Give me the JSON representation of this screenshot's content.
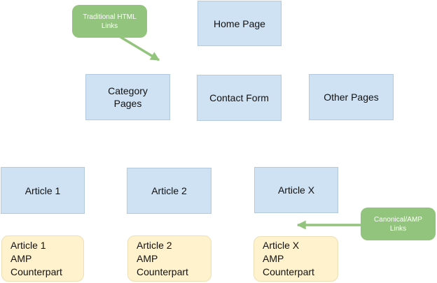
{
  "diagram": {
    "nodes": {
      "home": {
        "label": "Home Page"
      },
      "category": {
        "label": "Category\nPages"
      },
      "contact": {
        "label": "Contact Form"
      },
      "other": {
        "label": "Other Pages"
      },
      "article1": {
        "label": "Article 1"
      },
      "article2": {
        "label": "Article 2"
      },
      "articlex": {
        "label": "Article X"
      }
    },
    "amp_nodes": {
      "article1": {
        "label": "Article 1\nAMP\nCounterpart"
      },
      "article2": {
        "label": "Article 2\nAMP\nCounterpart"
      },
      "articlex": {
        "label": "Article X\nAMP\nCounterpart"
      }
    },
    "callouts": {
      "traditional": {
        "label": "Traditional HTML\nLinks"
      },
      "canonical": {
        "label": "Canonical/AMP\nLinks"
      }
    }
  },
  "colors": {
    "background": "#ffffff",
    "node_fill": "#cfe2f3",
    "node_border": "#b3cade",
    "amp_fill": "#fff2cc",
    "amp_border": "#eadfb6",
    "callout_fill": "#93c47d",
    "callout_text": "#ffffff",
    "arrow": "#93c47d",
    "node_text": "#111111"
  }
}
